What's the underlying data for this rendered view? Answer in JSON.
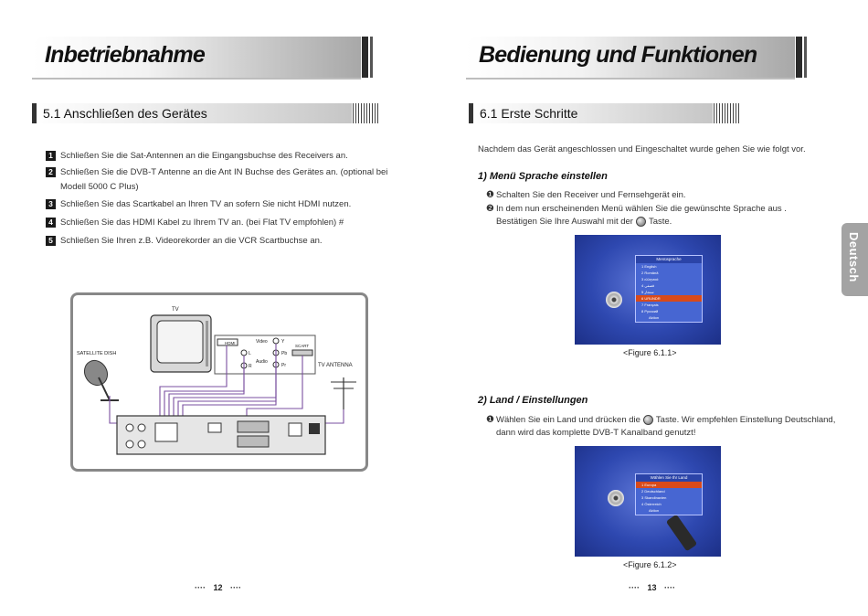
{
  "left": {
    "title": "Inbetriebnahme",
    "section": "5.1 Anschließen des Gerätes",
    "steps": [
      {
        "num": "1",
        "text": "Schließen Sie die Sat-Antennen an die Eingangsbuchse des Receivers an."
      },
      {
        "num": "2",
        "text": "Schließen Sie die DVB-T Antenne an die Ant IN Buchse des Gerätes an. (optional bei Modell 5000 C Plus)"
      },
      {
        "num": "3",
        "text": "Schließen Sie das Scartkabel an Ihren TV an sofern Sie nicht HDMI nutzen."
      },
      {
        "num": "4",
        "text": "Schließen Sie das HDMI Kabel zu Ihrem TV an. (bei Flat TV empfohlen) #"
      },
      {
        "num": "5",
        "text": "Schließen Sie Ihren z.B. Videorekorder an die VCR Scartbuchse an."
      }
    ],
    "diagram": {
      "tv": "TV",
      "satellite": "SATELLITE DISH",
      "antenna": "TV ANTENNA",
      "hdmi": "HDMI",
      "video": "Video",
      "audio": "Audio",
      "l": "L",
      "r": "R",
      "y": "Y",
      "pb": "Pb",
      "pr": "Pr",
      "scart": "SCART"
    },
    "page_number": "12",
    "dots": "····"
  },
  "right": {
    "title": "Bedienung und Funktionen",
    "section": "6.1 Erste Schritte",
    "intro": "Nachdem das Gerät angeschlossen und Eingeschaltet wurde gehen Sie wie folgt vor.",
    "sub1": {
      "heading": "1) Menü Sprache einstellen",
      "b1": "Schalten Sie den Receiver und Fernsehgerät ein.",
      "b2_line1": "In dem nun erscheinenden Menü wählen Sie die gewünschte Sprache aus .",
      "b2_line2_before": "Bestätigen Sie Ihre Auswahl mit der",
      "b2_line2_after": "Taste.",
      "menu_title": "Menüsprache",
      "menu_items": [
        "1  English",
        "2  Română",
        "3  ελληνικά",
        "4  قصفي",
        "5  سنجار",
        "6  URUNDR",
        "7  Français",
        "8  Русский"
      ],
      "menu_footer": "Aktion",
      "caption": "<Figure 6.1.1>"
    },
    "sub2": {
      "heading": "2) Land / Einstellungen",
      "b1_before": "Wählen Sie ein Land und drücken die",
      "b1_after": "Taste. Wir empfehlen Einstellung Deutschland,",
      "b1_line2": "dann wird das komplette DVB-T Kanalband genutzt!",
      "menu_title": "Wählen Sie Ihr Land",
      "menu_items": [
        "1  Europa",
        "2  Deutschland",
        "3  Skandinavien",
        "4  Österreich"
      ],
      "menu_footer": "Aktion",
      "caption": "<Figure 6.1.2>"
    },
    "page_number": "13",
    "dots": "····",
    "tab": "Deutsch"
  },
  "bullet1": "❶",
  "bullet2": "❷"
}
